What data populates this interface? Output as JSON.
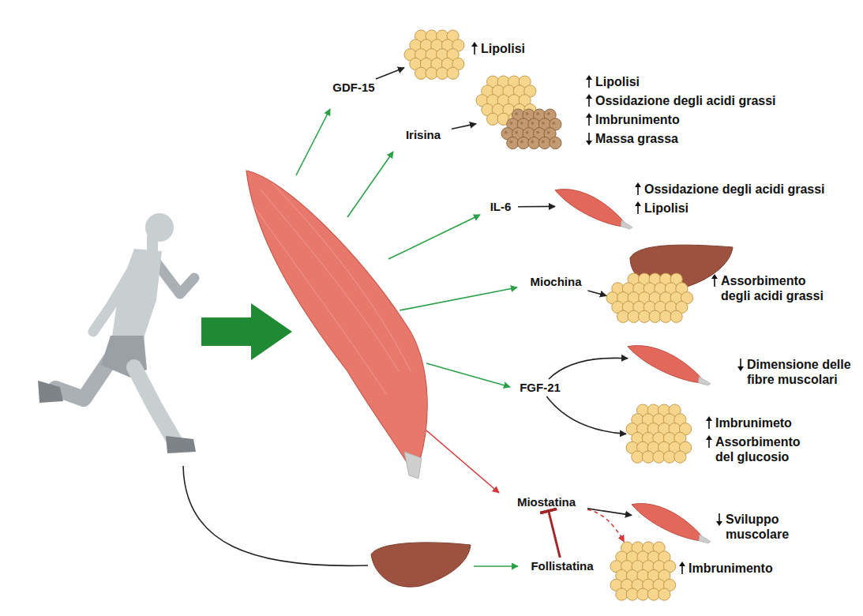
{
  "diagram": {
    "nodes": [
      {
        "text": [
          "GDF-15"
        ]
      },
      {
        "text": [
          "Lipolisi"
        ]
      },
      {
        "text": [
          "Irisina"
        ]
      },
      {
        "text": [
          "Lipolisi",
          "Ossidazione degli acidi grassi",
          "Imbrunimento",
          "Massa grassa"
        ]
      },
      {
        "text": [
          "IL-6"
        ]
      },
      {
        "text": [
          "Ossidazione degli acidi grassi",
          "Lipolisi"
        ]
      },
      {
        "text": [
          "Miochina"
        ]
      },
      {
        "text": [
          "Assorbimento degli acidi grassi"
        ]
      },
      {
        "text": [
          "FGF-21"
        ]
      },
      {
        "text": [
          "Dimensione delle fibre muscolari"
        ]
      },
      {
        "text": [
          "Imbrunimeto",
          "Assorbimento del glucosio"
        ]
      },
      {
        "text": [
          "Miostatina"
        ]
      },
      {
        "text": [
          "Sviluppo muscolare"
        ]
      },
      {
        "text": [
          "Imbrunimento"
        ]
      },
      {
        "text": [
          "Follistatina"
        ]
      }
    ],
    "edges": [
      {
        "from": 0,
        "to": 1,
        "arrow": "to"
      },
      {
        "from": 2,
        "to": 3,
        "arrow": "to"
      },
      {
        "from": 4,
        "to": 5,
        "arrow": "to"
      },
      {
        "from": 6,
        "to": 7,
        "arrow": "to"
      },
      {
        "from": 8,
        "to": 9,
        "arrow": "to"
      },
      {
        "from": 8,
        "to": 10,
        "arrow": "to"
      },
      {
        "from": 11,
        "to": 12,
        "arrow": "to"
      },
      {
        "from": 11,
        "to": 13,
        "arrow": "to"
      },
      {
        "from": 14,
        "to": 11,
        "arrow": "to"
      }
    ]
  }
}
